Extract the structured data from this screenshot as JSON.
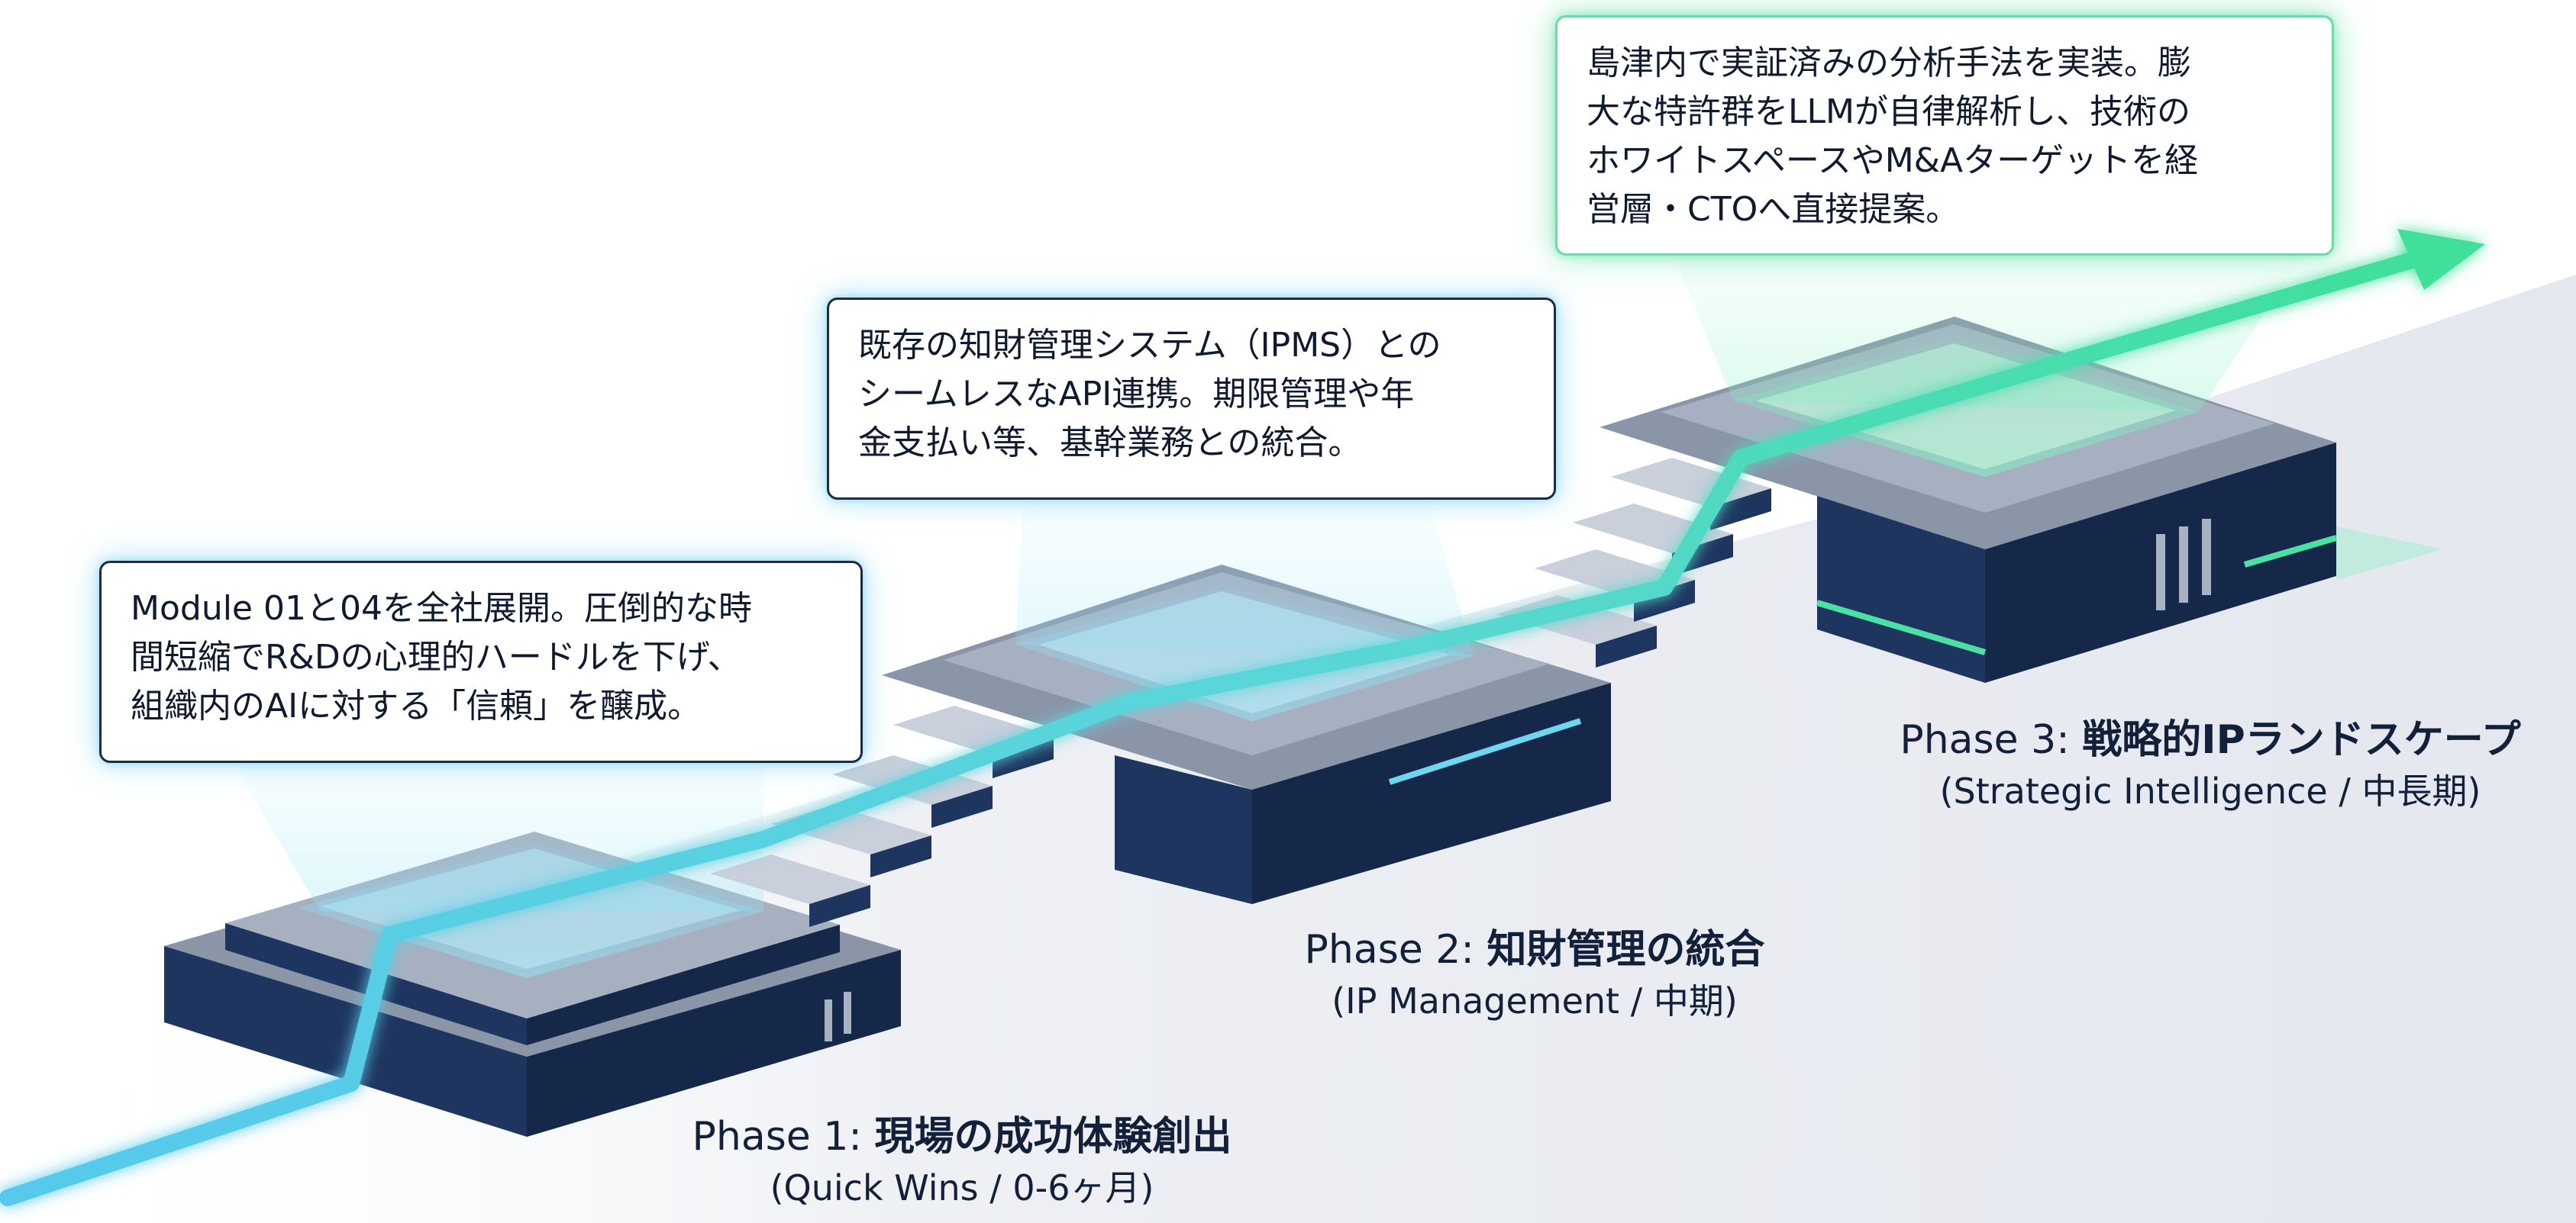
{
  "callouts": [
    {
      "id": "phase1",
      "lines": [
        "Module 01と04を全社展開。圧倒的な時",
        "間短縮でR&Dの心理的ハードルを下げ、",
        "組織内のAIに対する「信頼」を醸成。"
      ]
    },
    {
      "id": "phase2",
      "lines": [
        "既存の知財管理システム（IPMS）との",
        "シームレスなAPI連携。期限管理や年",
        "金支払い等、基幹業務との統合。"
      ]
    },
    {
      "id": "phase3",
      "lines": [
        "島津内で実証済みの分析手法を実装。膨",
        "大な特許群をLLMが自律解析し、技術の",
        "ホワイトスペースやM&Aターゲットを経",
        "営層・CTOへ直接提案。"
      ]
    }
  ],
  "phases": [
    {
      "prefix": "Phase 1: ",
      "title": "現場の成功体験創出",
      "subtitle": "(Quick Wins / 0-6ヶ月)"
    },
    {
      "prefix": "Phase 2: ",
      "title": "知財管理の統合",
      "subtitle": "(IP Management / 中期)"
    },
    {
      "prefix": "Phase 3: ",
      "title": "戦略的IPランドスケープ",
      "subtitle": "(Strategic Intelligence / 中長期)"
    }
  ],
  "colors": {
    "navy": "#1e3560",
    "navy_dark": "#15284a",
    "steel": "#a9b2c3",
    "cyan": "#5fd0ec",
    "green": "#4be0a4"
  }
}
